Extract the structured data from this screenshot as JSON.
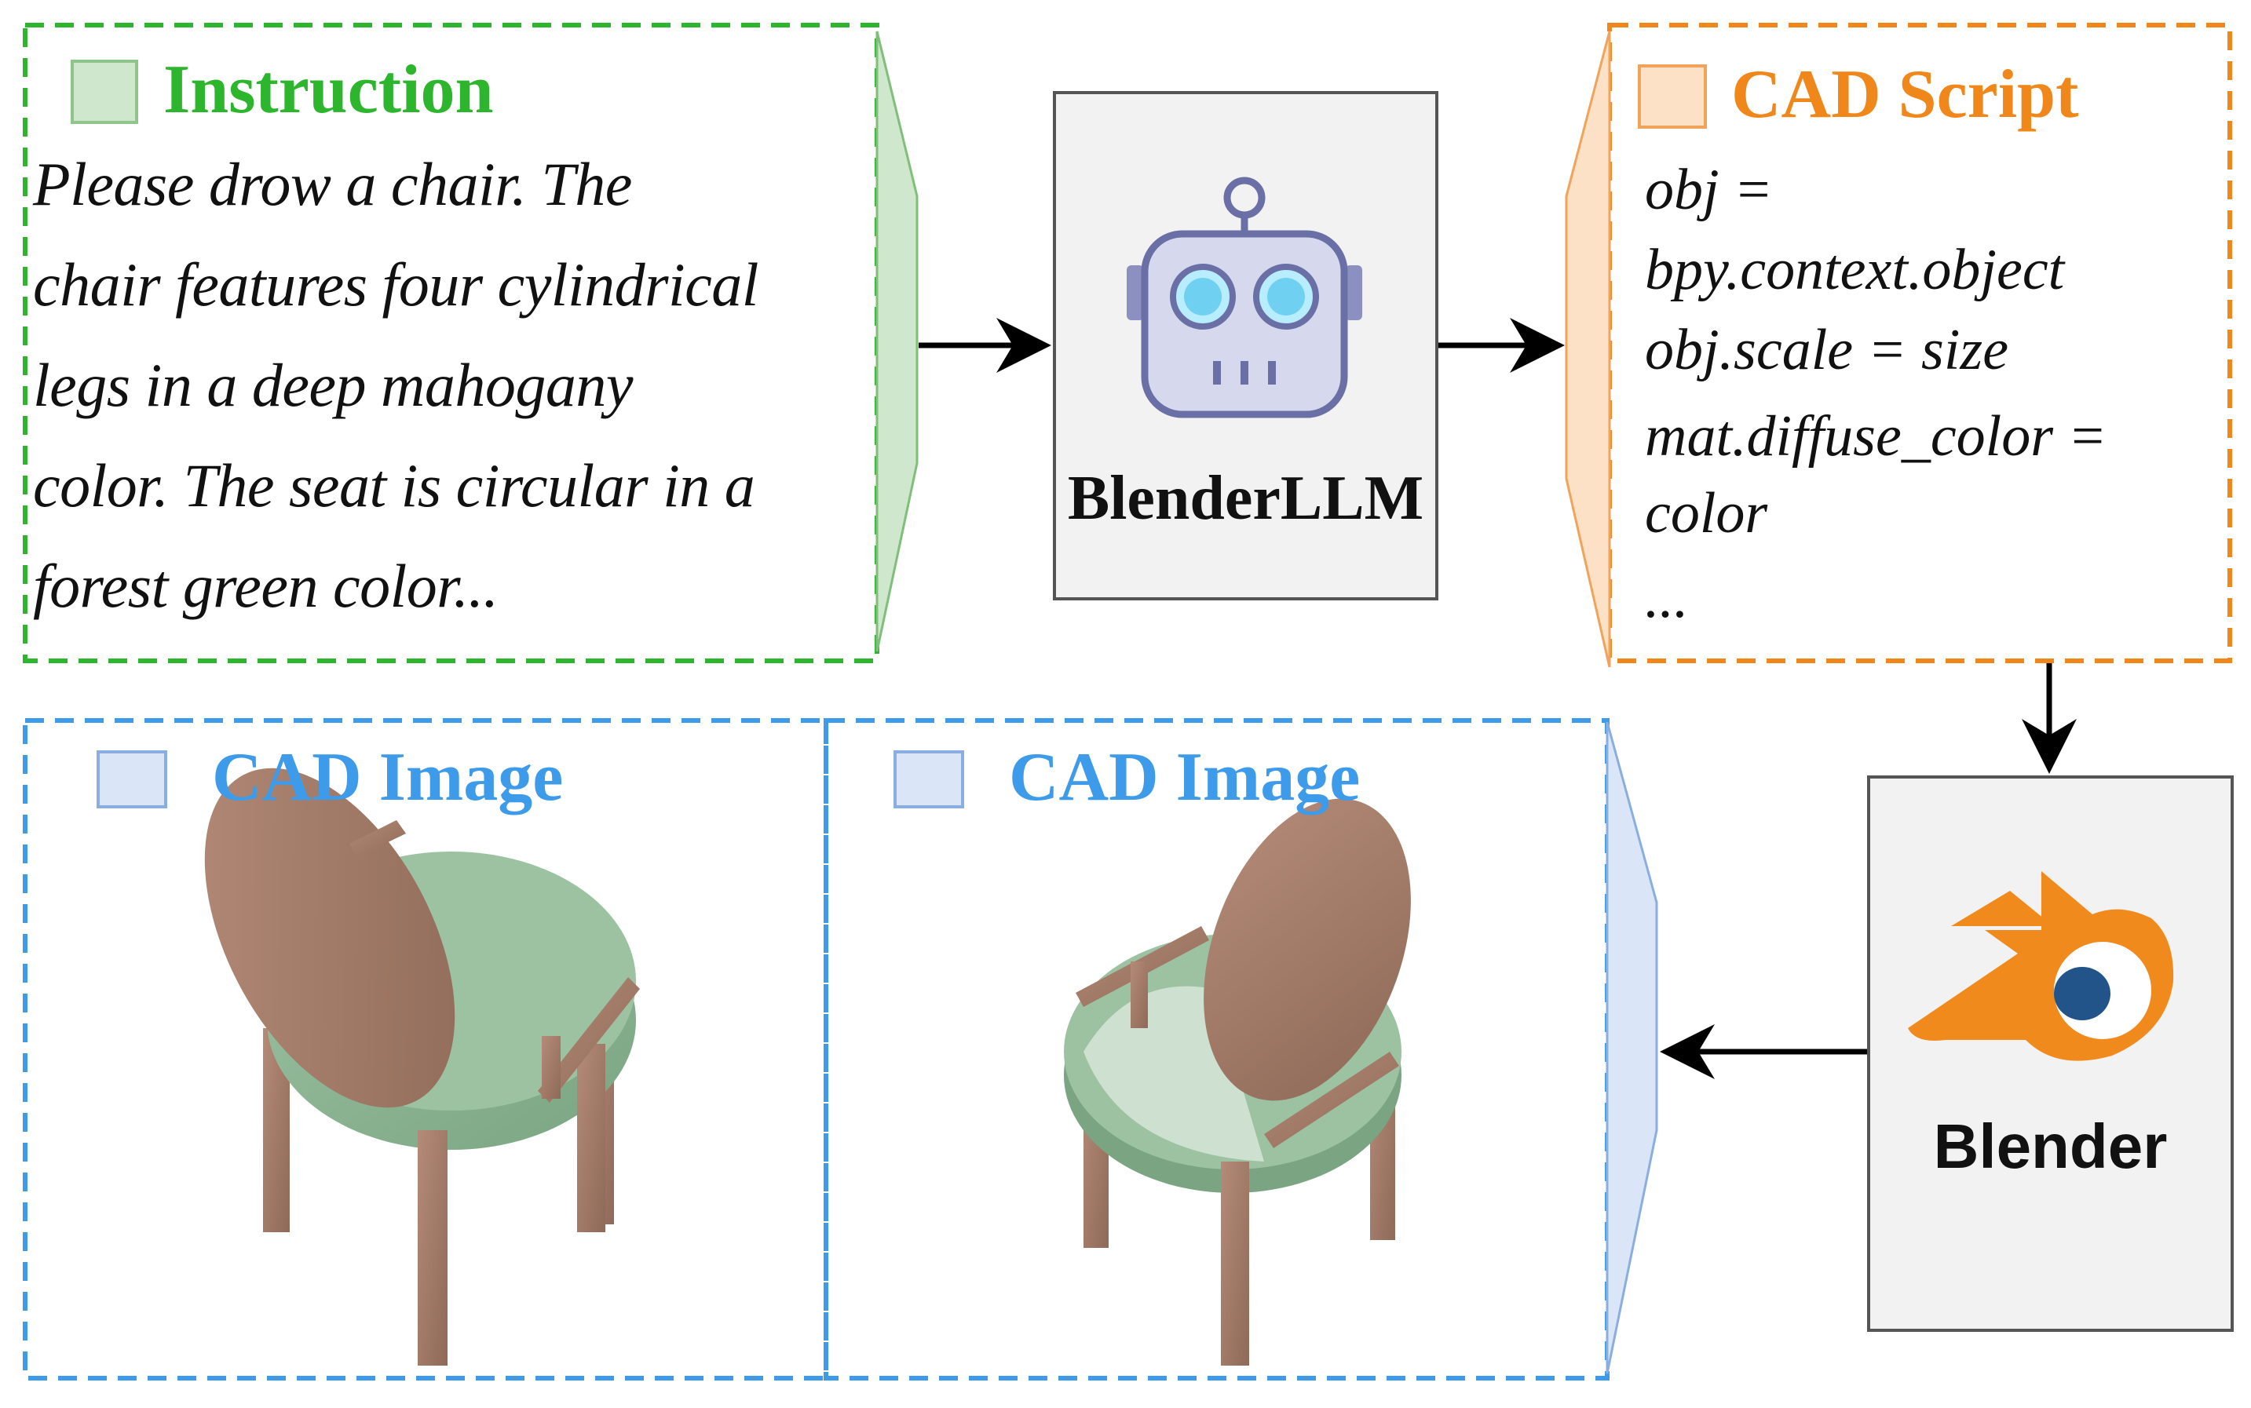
{
  "instruction": {
    "title": "Instruction",
    "lines": [
      "Please drow a chair. The",
      "chair features four cylindrical",
      "legs in a deep mahogany",
      "color. The seat is circular in a",
      "forest green color..."
    ]
  },
  "model": {
    "label": "BlenderLLM",
    "icon": "robot-icon"
  },
  "script": {
    "title": "CAD Script",
    "lines": [
      "obj =",
      "bpy.context.object",
      "obj.scale = size",
      "mat.diffuse_color =",
      "color",
      "..."
    ]
  },
  "renderer": {
    "label": "Blender",
    "icon": "blender-logo-icon"
  },
  "outputs": [
    {
      "title": "CAD Image"
    },
    {
      "title": "CAD Image"
    }
  ],
  "colors": {
    "instruction": "#2db52d",
    "script": "#f0871a",
    "image": "#3d9be9",
    "wood": "#a27a66",
    "seat": "#86b08e"
  }
}
